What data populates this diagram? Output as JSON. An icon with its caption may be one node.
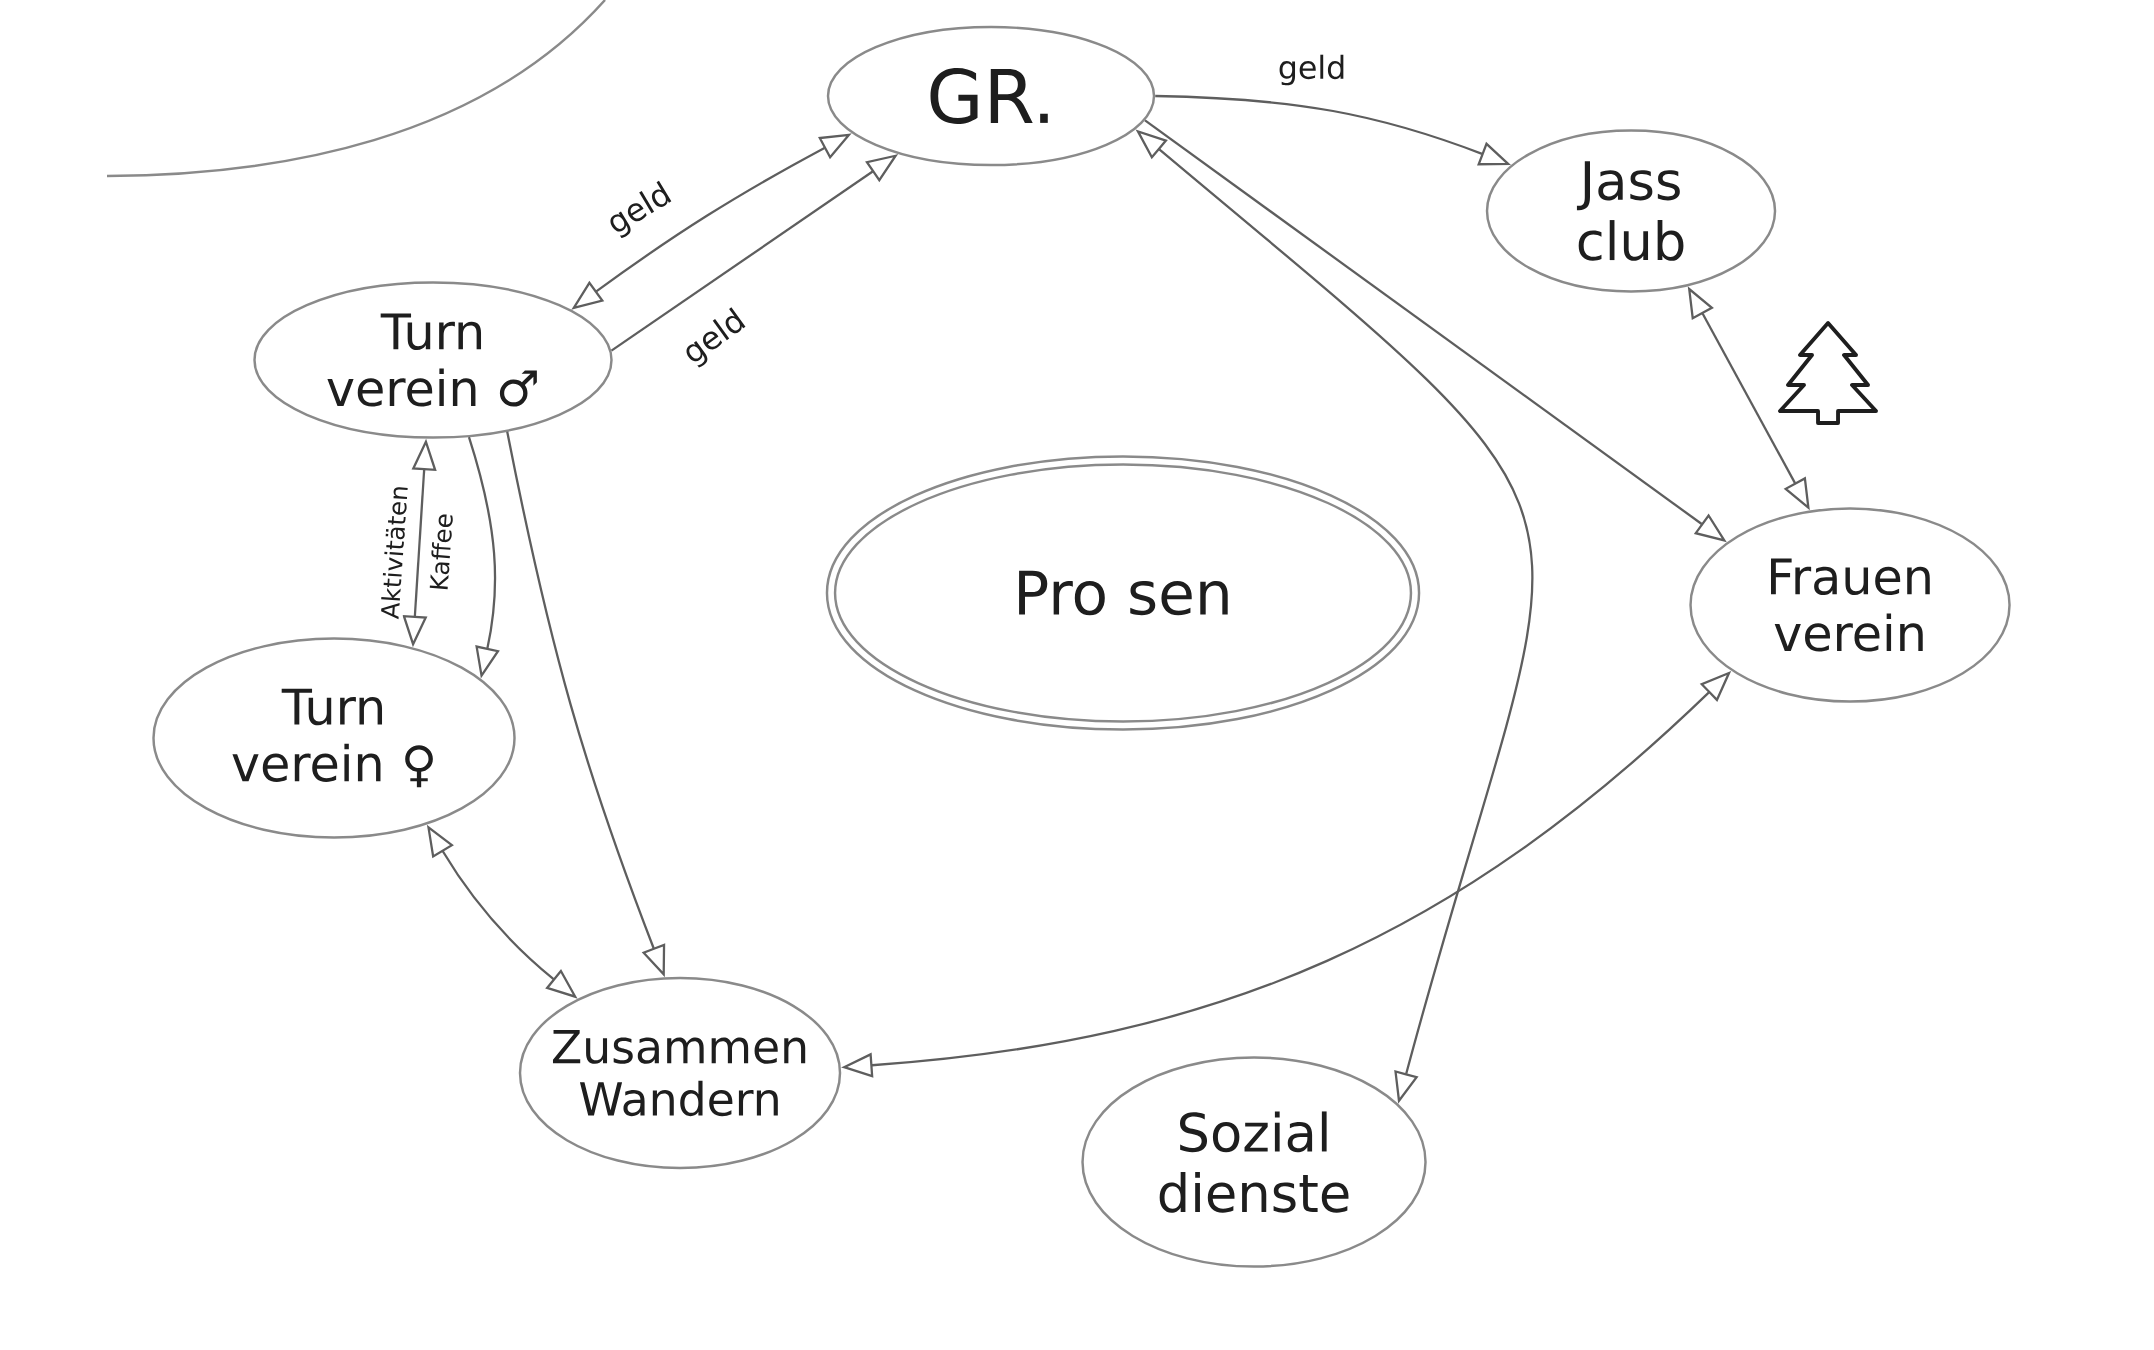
{
  "diagram": {
    "nodes": [
      {
        "text": [
          "GR."
        ]
      },
      {
        "text": [
          "Jass club"
        ]
      },
      {
        "text": [
          "Turn verein ♂"
        ]
      },
      {
        "text": [
          "Turn verein ♀"
        ]
      },
      {
        "text": [
          "Pro sen"
        ]
      },
      {
        "text": [
          "Frauen verein"
        ]
      },
      {
        "text": [
          "Zusammen Wandern"
        ]
      },
      {
        "text": [
          "Sozial dienste"
        ]
      }
    ],
    "edges": [
      {
        "from": 2,
        "to": 0,
        "arrow": "both",
        "label": "geld"
      },
      {
        "from": 2,
        "to": 0,
        "arrow": "to",
        "label": "geld"
      },
      {
        "from": 0,
        "to": 1,
        "arrow": "to",
        "label": "geld"
      },
      {
        "from": 0,
        "to": 7,
        "arrow": "both"
      },
      {
        "from": 0,
        "to": 5,
        "arrow": "to"
      },
      {
        "from": 1,
        "to": 5,
        "arrow": "both"
      },
      {
        "from": 2,
        "to": 3,
        "arrow": "both",
        "label": "Aktivitäten"
      },
      {
        "from": 2,
        "to": 3,
        "arrow": "to",
        "label": "Kaffee"
      },
      {
        "from": 2,
        "to": 6,
        "arrow": "to"
      },
      {
        "from": 3,
        "to": 6,
        "arrow": "both"
      },
      {
        "from": 6,
        "to": 5,
        "arrow": "both"
      }
    ]
  }
}
